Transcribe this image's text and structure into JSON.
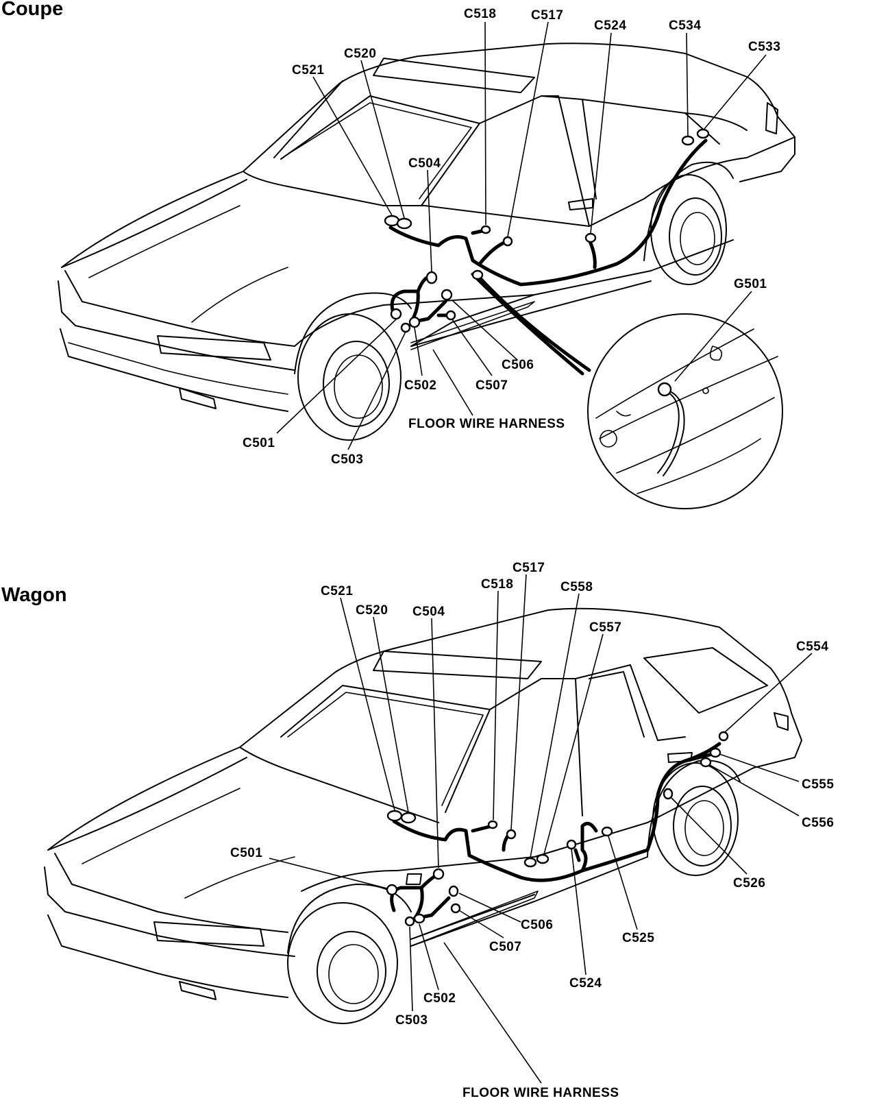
{
  "coupe": {
    "title": "Coupe",
    "labels": {
      "c518": "C518",
      "c517": "C517",
      "c524": "C524",
      "c534": "C534",
      "c533": "C533",
      "c520": "C520",
      "c521": "C521",
      "c504": "C504",
      "g501": "G501",
      "c506": "C506",
      "c502": "C502",
      "c507": "C507",
      "c501": "C501",
      "c503": "C503",
      "floor_harness": "FLOOR WIRE HARNESS"
    }
  },
  "wagon": {
    "title": "Wagon",
    "labels": {
      "c517": "C517",
      "c518": "C518",
      "c558": "C558",
      "c521": "C521",
      "c520": "C520",
      "c504": "C504",
      "c557": "C557",
      "c554": "C554",
      "c501": "C501",
      "c555": "C555",
      "c556": "C556",
      "c506": "C506",
      "c526": "C526",
      "c525": "C525",
      "c507": "C507",
      "c524": "C524",
      "c502": "C502",
      "c503": "C503",
      "floor_harness": "FLOOR WIRE HARNESS"
    }
  }
}
